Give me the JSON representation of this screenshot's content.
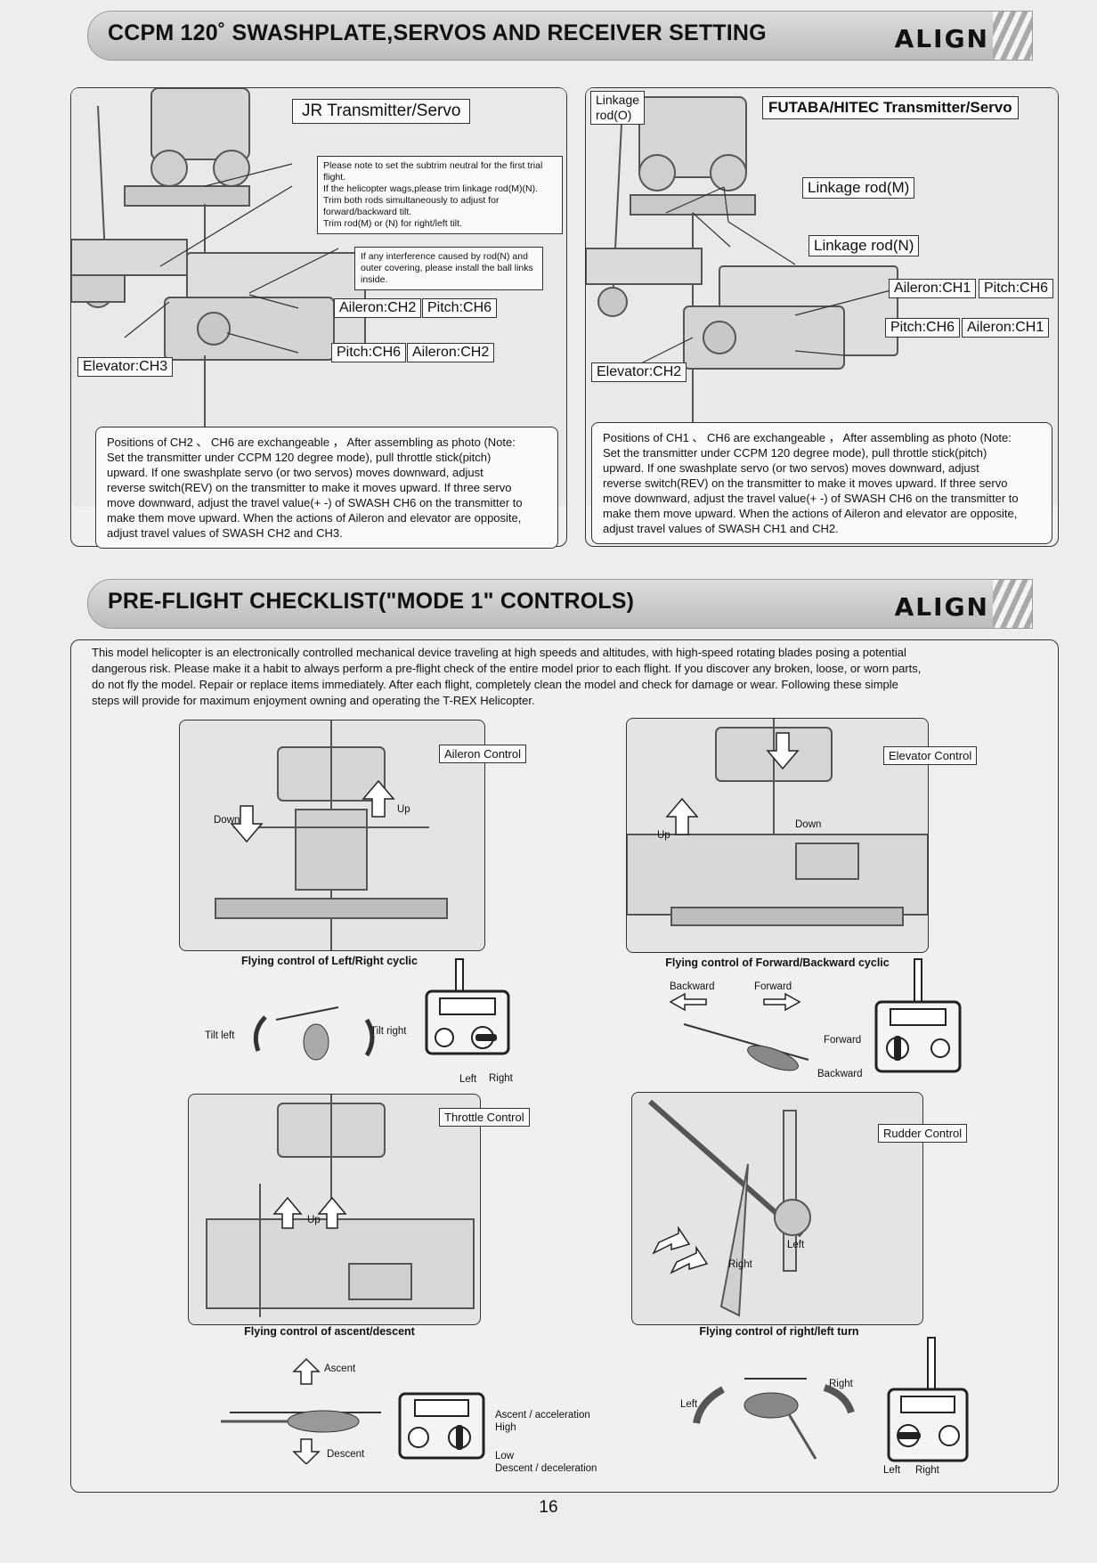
{
  "section1": {
    "title": "CCPM 120˚ SWASHPLATE,SERVOS AND RECEIVER SETTING",
    "logo": "ALIGN",
    "jr": {
      "heading": "JR Transmitter/Servo",
      "note_lines": [
        "Please note to set the subtrim neutral for the first trial flight.",
        "If the helicopter wags,please trim linkage rod(M)(N).",
        "Trim both rods simultaneously to adjust for forward/backward tilt.",
        "Trim rod(M) or (N) for right/left tilt."
      ],
      "interference_note": "If any interference caused by rod(N) and outer covering, please install the ball links inside.",
      "servo_top": [
        "Aileron:CH2",
        "Pitch:CH6"
      ],
      "servo_bottom": [
        "Pitch:CH6",
        "Aileron:CH2"
      ],
      "elevator": "Elevator:CH3",
      "positions_lines": [
        "Positions of CH2 、 CH6 are exchangeable ， After assembling as photo (Note:",
        "Set the transmitter under CCPM 120 degree mode), pull throttle stick(pitch)",
        "upward. If one swashplate servo (or two servos) moves downward, adjust",
        "reverse switch(REV) on the transmitter to make it moves upward. If three servo",
        "move downward, adjust the travel value(+ -) of SWASH CH6 on the transmitter to",
        "make them move upward. When the actions of Aileron and elevator are opposite,",
        " adjust travel values of SWASH CH2 and CH3."
      ]
    },
    "futaba": {
      "heading": "FUTABA/HITEC Transmitter/Servo",
      "linkage_o_lines": [
        "Linkage",
        "rod(O)"
      ],
      "linkage_m": "Linkage rod(M)",
      "linkage_n": "Linkage rod(N)",
      "servo_top": [
        "Aileron:CH1",
        "Pitch:CH6"
      ],
      "servo_bottom": [
        "Pitch:CH6",
        "Aileron:CH1"
      ],
      "elevator": "Elevator:CH2",
      "positions_lines": [
        "Positions of CH1 、 CH6 are exchangeable ， After assembling as photo (Note:",
        "Set the transmitter under CCPM 120 degree mode), pull throttle stick(pitch)",
        "upward. If one swashplate servo (or two servos) moves downward, adjust",
        "reverse switch(REV) on the transmitter to make it moves upward. If three servo",
        "move downward, adjust the travel value(+ -) of SWASH CH6 on the transmitter to",
        "make them move upward. When the actions of Aileron and elevator are opposite,",
        " adjust travel values of SWASH CH1 and CH2."
      ]
    }
  },
  "section2": {
    "title": "PRE-FLIGHT CHECKLIST(\"MODE 1\" CONTROLS)",
    "logo": "ALIGN",
    "intro_lines": [
      "This model helicopter is an electronically controlled mechanical device traveling at high speeds and altitudes, with high-speed rotating blades posing a potential",
      "dangerous risk. Please make it a habit to always perform a pre-flight check of the entire model prior to each flight. If you discover any broken, loose, or worn parts,",
      "do not fly the model. Repair or replace items immediately. After each flight, completely clean the model and check for damage or wear. Following these simple",
      "steps will provide for maximum enjoyment owning and operating the T-REX Helicopter."
    ],
    "aileron": {
      "tag": "Aileron  Control",
      "down": "Down",
      "up": "Up",
      "caption": "Flying control of Left/Right cyclic",
      "tilt_left": "Tilt left",
      "tilt_right": "Tilt right",
      "left": "Left",
      "right": "Right"
    },
    "elevator": {
      "tag": "Elevator Control",
      "up": "Up",
      "down": "Down",
      "caption": "Flying control of Forward/Backward cyclic",
      "backward": "Backward",
      "forward": "Forward",
      "tx_forward": "Forward",
      "tx_backward": "Backward"
    },
    "throttle": {
      "tag": "Throttle Control",
      "up": "Up",
      "caption": "Flying control of ascent/descent",
      "ascent": "Ascent",
      "descent": "Descent",
      "high_lines": [
        "Ascent / acceleration",
        "High"
      ],
      "low_lines": [
        "Low",
        "Descent / deceleration"
      ]
    },
    "rudder": {
      "tag": "Rudder Control",
      "left": "Left",
      "right": "Right",
      "caption": "Flying control of right/left turn",
      "heli_left": "Left",
      "heli_right": "Right",
      "tx_left": "Left",
      "tx_right": "Right"
    }
  },
  "page_number": "16"
}
